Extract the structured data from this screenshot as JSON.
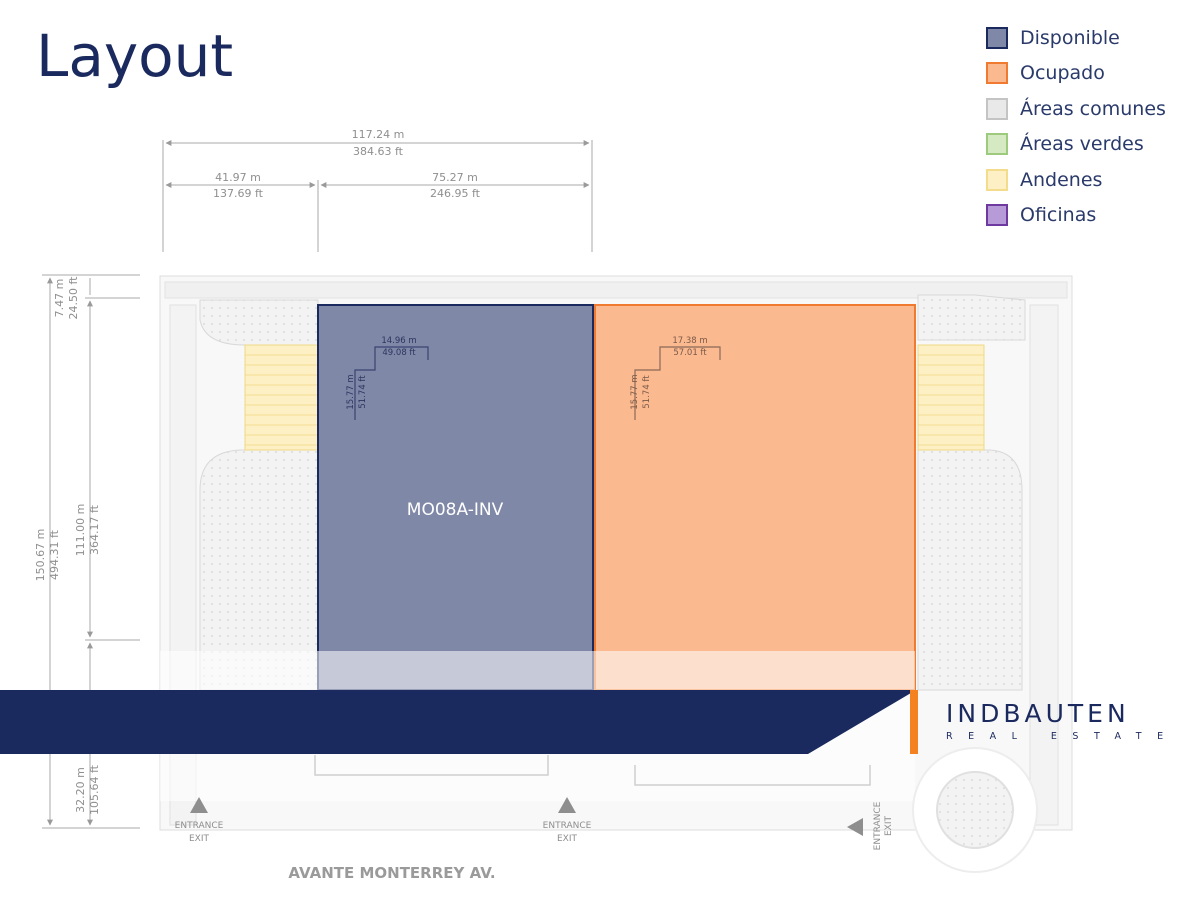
{
  "title": "Layout",
  "legend": [
    {
      "label": "Disponible",
      "fill": "#8088a8",
      "border": "#1b2a5e"
    },
    {
      "label": "Ocupado",
      "fill": "#fbb990",
      "border": "#f07a30"
    },
    {
      "label": "Áreas comunes",
      "fill": "#e9e9e9",
      "border": "#c4c4c4"
    },
    {
      "label": "Áreas verdes",
      "fill": "#d5e9c2",
      "border": "#9dca7c"
    },
    {
      "label": "Andenes",
      "fill": "#fdf0c4",
      "border": "#f3dc8c"
    },
    {
      "label": "Oficinas",
      "fill": "#b79bd8",
      "border": "#6f3aa0"
    }
  ],
  "colors": {
    "navy": "#1b2a5e",
    "orange": "#f58220",
    "disponible": "#8088a8",
    "ocupado": "#fbb990",
    "andenes": "#fdf0c4"
  },
  "dimensions": {
    "top_total_m": "117.24 m",
    "top_total_ft": "384.63 ft",
    "top_left_m": "41.97 m",
    "top_left_ft": "137.69 ft",
    "top_right_m": "75.27 m",
    "top_right_ft": "246.95 ft",
    "left_top_m": "7.47 m",
    "left_top_ft": "24.50 ft",
    "left_total_m": "150.67 m",
    "left_total_ft": "494.31 ft",
    "left_mid_m": "111.00 m",
    "left_mid_ft": "364.17 ft",
    "left_bottom_m": "32.20 m",
    "left_bottom_ft": "105.64 ft",
    "office_a_w_m": "14.96 m",
    "office_a_w_ft": "49.08 ft",
    "office_a_h_m": "15.77 m",
    "office_a_h_ft": "51.74 ft",
    "office_b_w_m": "17.38 m",
    "office_b_w_ft": "57.01 ft",
    "office_b_h_m": "15.77 m",
    "office_b_h_ft": "51.74 ft"
  },
  "units": {
    "unit_a_label": "MO08A-INV"
  },
  "access": {
    "entrance": "ENTRANCE",
    "exit": "EXIT"
  },
  "street": "AVANTE MONTERREY AV.",
  "brand": {
    "name": "INDBAUTEN",
    "sub": "REAL ESTATE"
  }
}
